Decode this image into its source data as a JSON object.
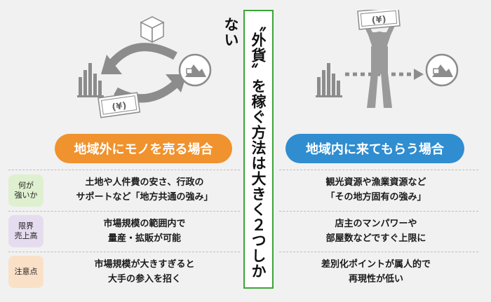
{
  "title": "〝外貨〟を稼ぐ方法は大きく２つしかない",
  "left": {
    "header": "地域外にモノを売る場合",
    "rows": [
      {
        "line1": "土地や人件費の安さ、行政の",
        "line2": "サポートなど「地方共通の強み」"
      },
      {
        "line1": "市場規模の範囲内で",
        "line2": "量産・拡販が可能"
      },
      {
        "line1": "市場規模が大きすぎると",
        "line2": "大手の参入を招く"
      }
    ]
  },
  "right": {
    "header": "地域内に来てもらう場合",
    "rows": [
      {
        "line1": "観光資源や漁業資源など",
        "line2": "「その地方固有の強み」"
      },
      {
        "line1": "店主のマンパワーや",
        "line2": "部屋数などですぐ上限に"
      },
      {
        "line1": "差別化ポイントが属人的で",
        "line2": "再現性が低い"
      }
    ]
  },
  "row_labels": [
    {
      "text": "何が\n強いか"
    },
    {
      "text": "限界\n売上高"
    },
    {
      "text": "注意点"
    }
  ],
  "icons": {
    "money_symbol": "¥",
    "left_illustration": [
      "factory-icon",
      "box-icon",
      "cycle-arrows-icon",
      "mountain-house-icon",
      "yen-bill-icon"
    ],
    "right_illustration": [
      "factory-icon",
      "person-icon",
      "dashed-arrow-icon",
      "mountain-house-icon",
      "yen-bill-icon"
    ]
  },
  "colors": {
    "accent_green": "#3aa635",
    "left_header": "#f0922d",
    "right_header": "#2f8dd0",
    "label_strength": "#dff0d0",
    "label_limit": "#e5dcef",
    "label_caution": "#fbe0c8"
  }
}
